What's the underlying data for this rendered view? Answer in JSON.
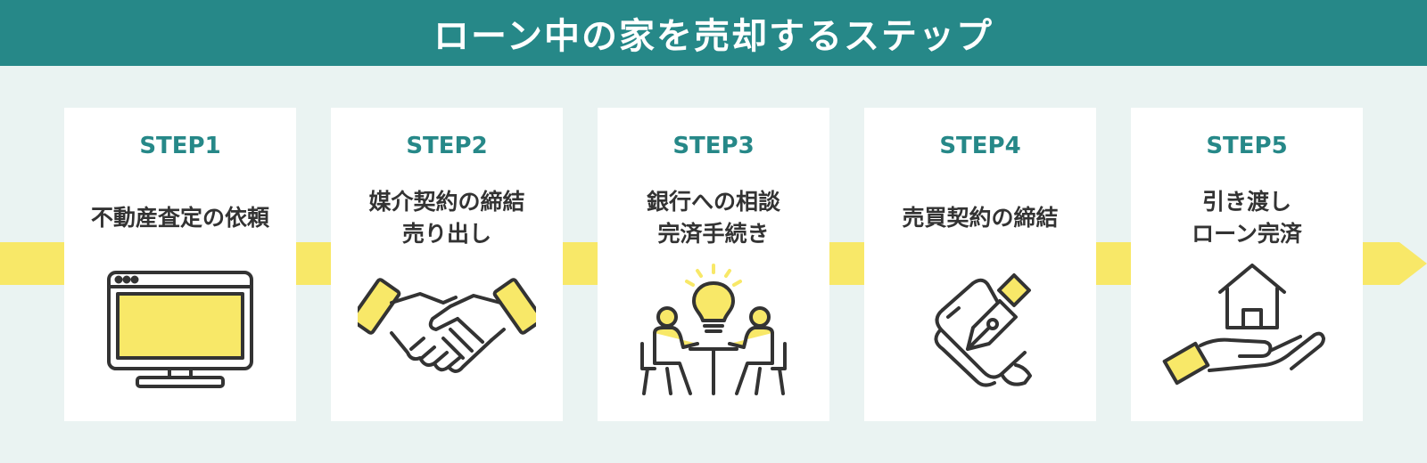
{
  "title": "ローン中の家を売却するステップ",
  "colors": {
    "header": "#268888",
    "background": "#eaf3f2",
    "accent": "#f8e868",
    "step_label": "#268888",
    "text": "#333333",
    "icon_stroke": "#333333"
  },
  "steps": [
    {
      "label": "STEP1",
      "lines": [
        "不動産査定の依頼"
      ],
      "icon": "monitor-icon"
    },
    {
      "label": "STEP2",
      "lines": [
        "媒介契約の締結",
        "売り出し"
      ],
      "icon": "handshake-icon"
    },
    {
      "label": "STEP3",
      "lines": [
        "銀行への相談",
        "完済手続き"
      ],
      "icon": "consultation-icon"
    },
    {
      "label": "STEP4",
      "lines": [
        "売買契約の締結"
      ],
      "icon": "contract-pen-icon"
    },
    {
      "label": "STEP5",
      "lines": [
        "引き渡し",
        "ローン完済"
      ],
      "icon": "house-in-hand-icon"
    }
  ]
}
